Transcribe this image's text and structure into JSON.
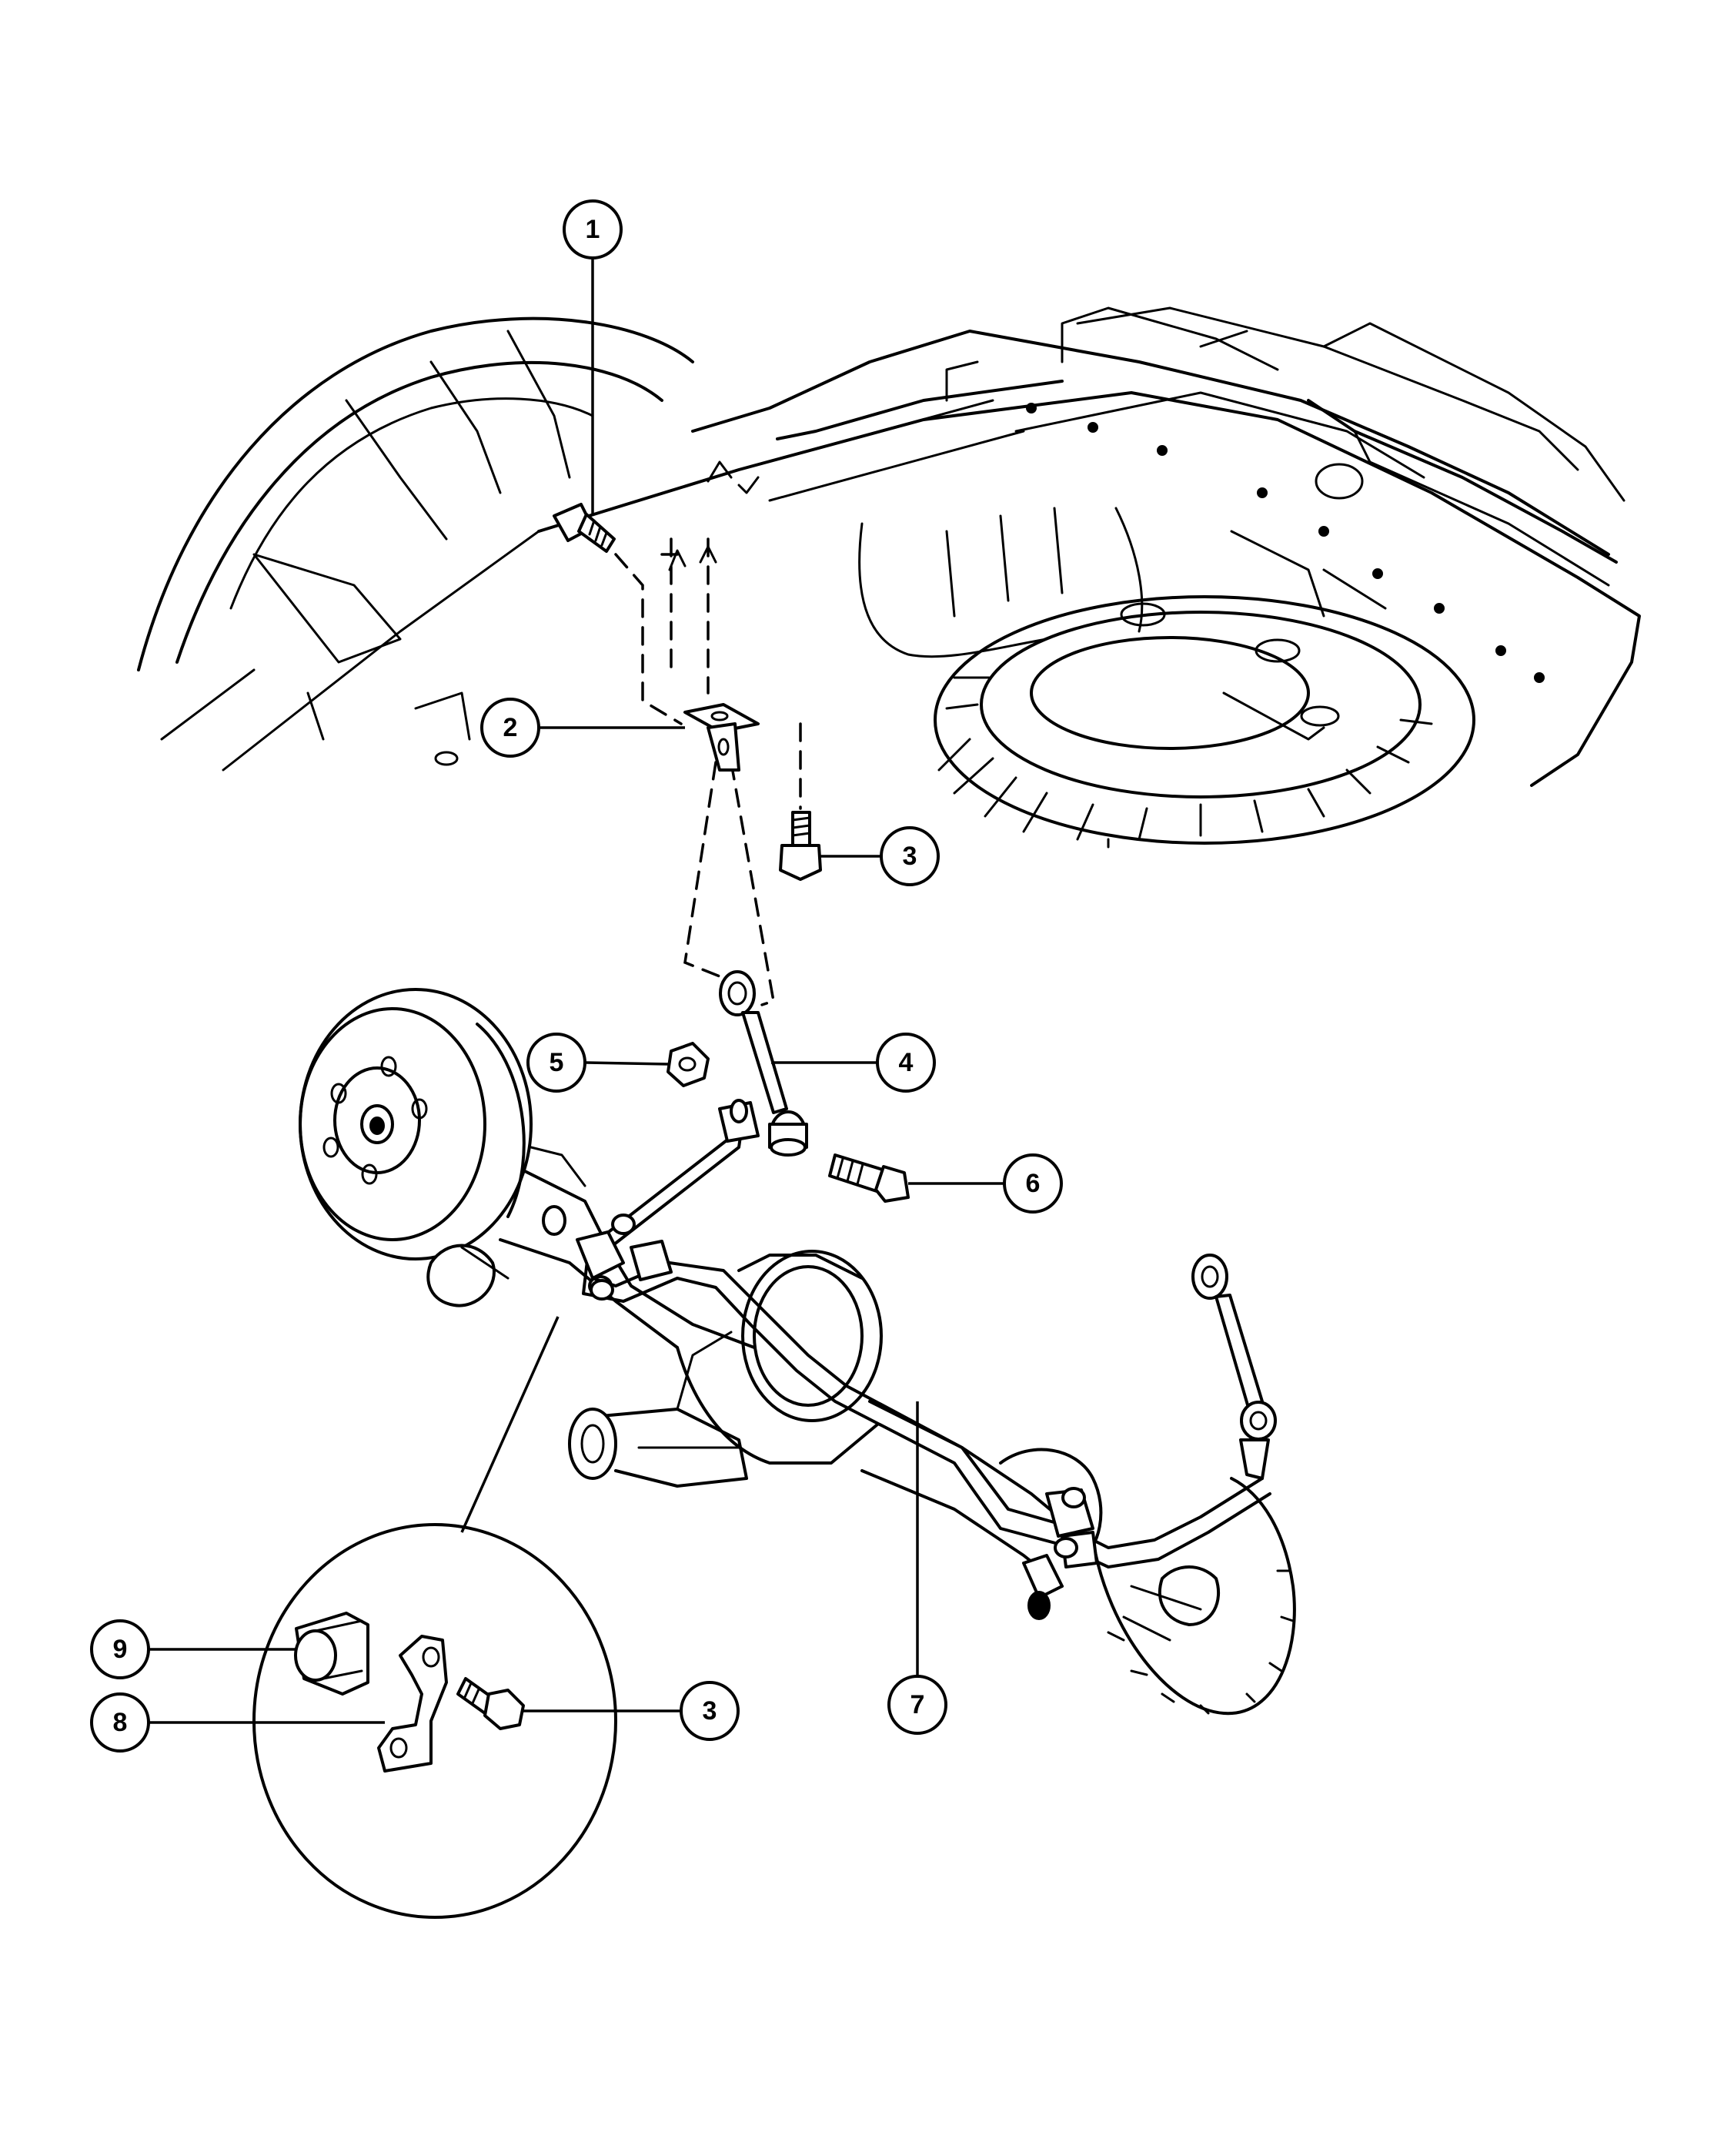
{
  "diagram": {
    "callouts": [
      {
        "id": "c1",
        "label": "1"
      },
      {
        "id": "c2",
        "label": "2"
      },
      {
        "id": "c3a",
        "label": "3"
      },
      {
        "id": "c4",
        "label": "4"
      },
      {
        "id": "c5",
        "label": "5"
      },
      {
        "id": "c6",
        "label": "6"
      },
      {
        "id": "c7",
        "label": "7"
      },
      {
        "id": "c8",
        "label": "8"
      },
      {
        "id": "c9",
        "label": "9"
      },
      {
        "id": "c3b",
        "label": "3"
      }
    ]
  }
}
